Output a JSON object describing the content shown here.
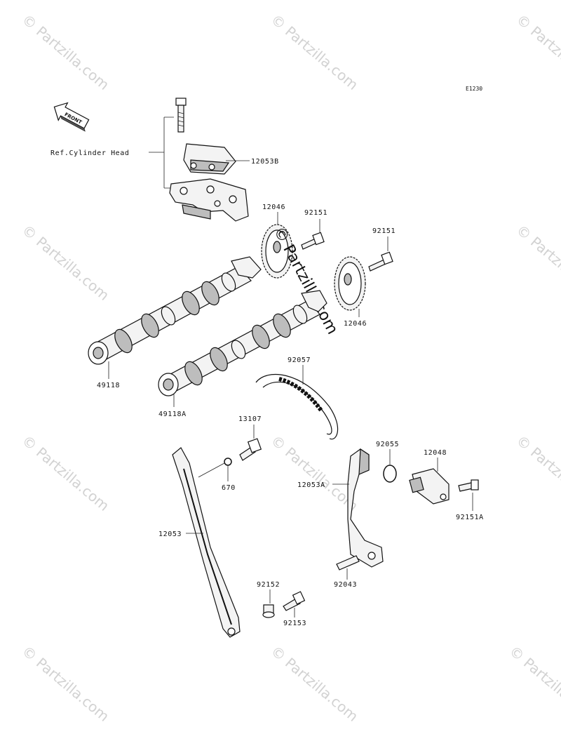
{
  "diagram_code": "E1230",
  "front_label": "FRONT",
  "ref_label": "Ref.Cylinder Head",
  "watermark": "© Partzilla.com",
  "parts": {
    "p12053B": "12053B",
    "p12046a": "12046",
    "p92151a": "92151",
    "p92151b": "92151",
    "p12046b": "12046",
    "p49118": "49118",
    "p49118A": "49118A",
    "p92057": "92057",
    "p13107": "13107",
    "p670": "670",
    "p92055": "92055",
    "p12048": "12048",
    "p12053A": "12053A",
    "p92151A": "92151A",
    "p12053": "12053",
    "p92043": "92043",
    "p92152": "92152",
    "p92153": "92153"
  }
}
